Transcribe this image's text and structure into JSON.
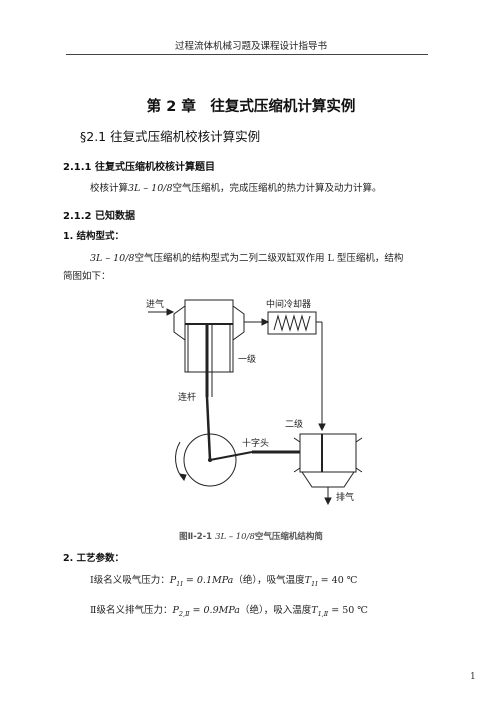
{
  "header": {
    "title": "过程流体机械习题及课程设计指导书"
  },
  "chapter": {
    "title": "第 2 章　往复式压缩机计算实例"
  },
  "section": {
    "number": "§2.1",
    "title": "往复式压缩机校核计算实例"
  },
  "s211": {
    "heading": "2.1.1  往复式压缩机校核计算题目",
    "line_a": "校核计算",
    "model": "3L – 10/8",
    "line_b": "空气压缩机，完成压缩机的热力计算及动力计算。"
  },
  "s212": {
    "heading": "2.1.2  已知数据"
  },
  "item1": {
    "label": "1.  结构型式：",
    "model": "3L – 10/8",
    "text": "空气压缩机的结构型式为二列二级双缸双作用 L 型压缩机，结构",
    "text2": "简图如下："
  },
  "diagram": {
    "intake": "进气",
    "intercooler": "中间冷却器",
    "stage1": "一级",
    "stage2": "二级",
    "conrod": "连杆",
    "crosshead": "十字头",
    "exhaust": "排气"
  },
  "figure": {
    "label": "图Ⅱ-2-1",
    "model": "3L – 10/8",
    "caption": "空气压缩机结构简"
  },
  "item2": {
    "label": "2.  工艺参数："
  },
  "param1": {
    "text_a": "Ⅰ级名义吸气压力：",
    "symbol": "P",
    "sub": "1Ⅰ",
    "value": " = 0.1MPa",
    "text_b": "（绝），吸气温度",
    "t_symbol": "T",
    "t_sub": "1Ⅰ",
    "t_value": " = 40 ℃"
  },
  "param2": {
    "text_a": "Ⅱ级名义排气压力：",
    "symbol": "P",
    "sub": "2,Ⅱ",
    "value": " = 0.9MPa",
    "text_b": "（绝），吸入温度",
    "t_symbol": "T",
    "t_sub": "1,Ⅱ",
    "t_value": " = 50 ℃"
  },
  "page": {
    "number": "1"
  }
}
